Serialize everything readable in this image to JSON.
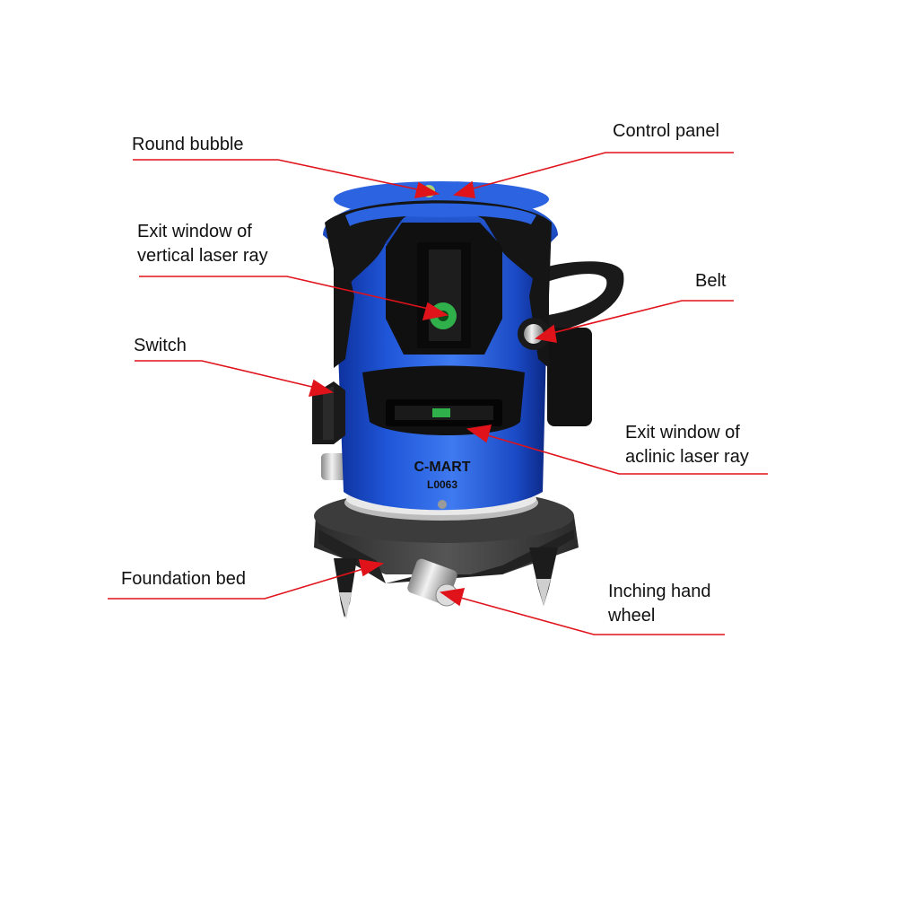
{
  "callouts": {
    "round_bubble": "Round bubble",
    "control_panel": "Control panel",
    "vertical_exit_line1": "Exit window of",
    "vertical_exit_line2": "vertical laser ray",
    "belt": "Belt",
    "switch": "Switch",
    "aclinic_exit_line1": "Exit window of",
    "aclinic_exit_line2": "aclinic laser ray",
    "foundation_bed": "Foundation bed",
    "inching_line1": "Inching hand",
    "inching_line2": "wheel"
  },
  "product": {
    "brand": "C-MART",
    "model": "L0063"
  },
  "colors": {
    "leader_line": "#e0121a",
    "body_blue": "#1f56d8",
    "housing_black": "#151515",
    "base_gray": "#3a3a3a",
    "laser_green": "#2fb04a"
  }
}
